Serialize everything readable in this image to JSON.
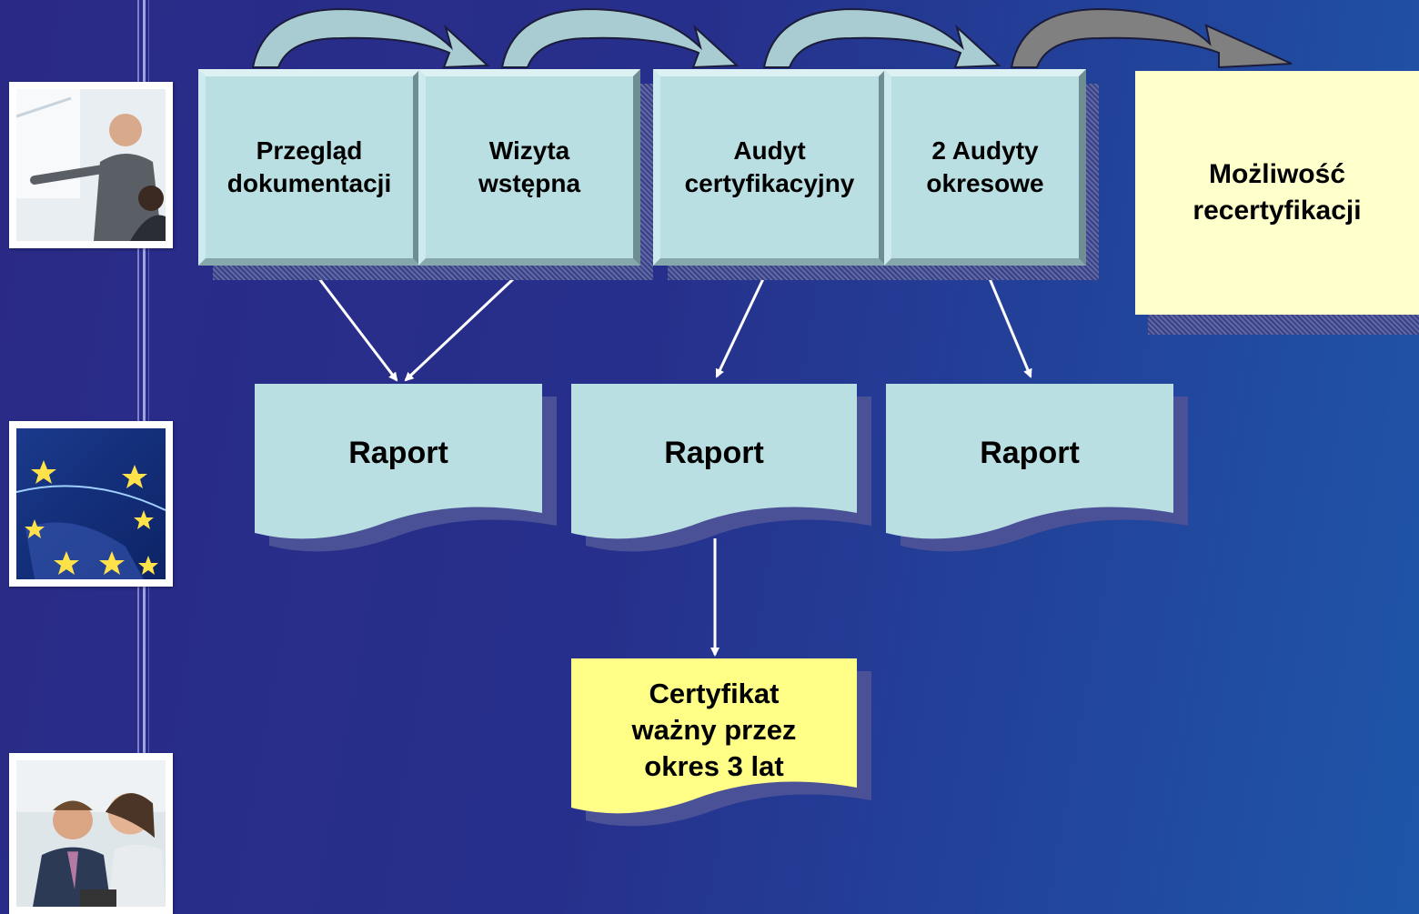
{
  "process_steps": [
    {
      "label": "Przegląd\ndokumentacji"
    },
    {
      "label": "Wizyta\nwstępna"
    },
    {
      "label": "Audyt\ncertyfikacyjny"
    },
    {
      "label": "2 Audyty\nokresowe"
    }
  ],
  "recertification": {
    "label": "Możliwość\nrecertyfikacji"
  },
  "reports": [
    {
      "label": "Raport"
    },
    {
      "label": "Raport"
    },
    {
      "label": "Raport"
    }
  ],
  "certificate": {
    "label": "Certyfikat\nważny przez\nokres 3 lat"
  },
  "colors": {
    "background": "#26308c",
    "step_box": "#b9dfe3",
    "report_doc": "#b9dfe3",
    "certificate_doc": "#ffff88",
    "recert_box": "#ffffcc",
    "flow_arrow": "#a9ccd2",
    "last_arrow": "#808080",
    "connector": "#ffffff"
  },
  "sidebar_photos": [
    {
      "icon": "presentation-photo"
    },
    {
      "icon": "eu-stars-map-photo"
    },
    {
      "icon": "business-people-photo"
    }
  ]
}
